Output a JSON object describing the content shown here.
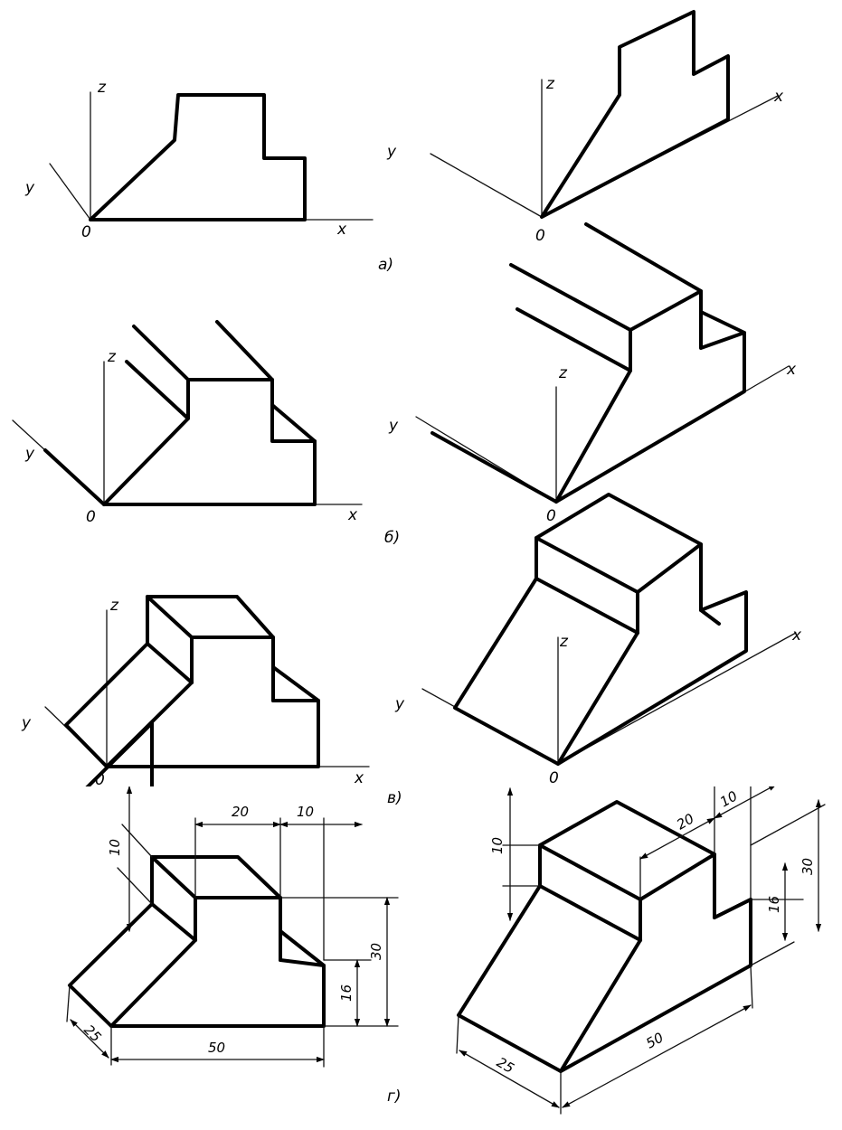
{
  "axes": {
    "x": "x",
    "y": "y",
    "z": "z",
    "origin": "0"
  },
  "step_labels": [
    "а)",
    "б)",
    "в)",
    "г)"
  ],
  "dimensions": {
    "d10": "10",
    "d20": "20",
    "d16": "16",
    "d30": "30",
    "d25": "25",
    "d50": "50"
  }
}
